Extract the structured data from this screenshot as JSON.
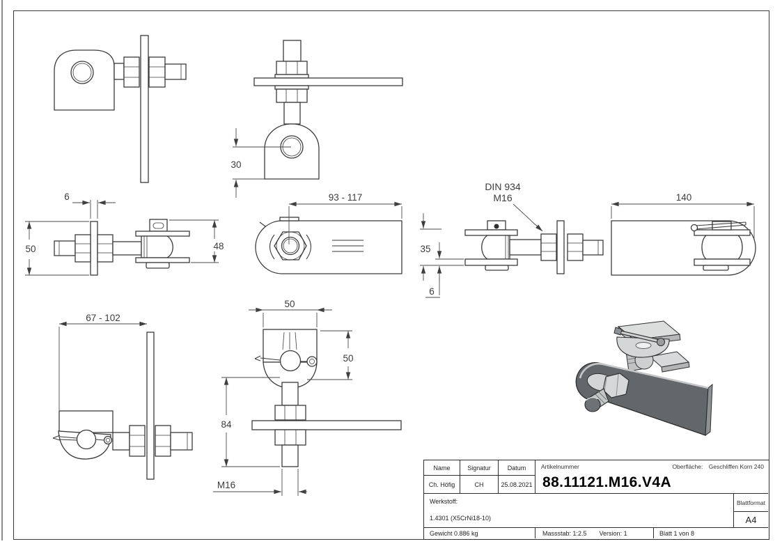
{
  "dims": {
    "v_top_front": "30",
    "v_left_thickness": "6",
    "v_left_height": "50",
    "v_left_hinge": "48",
    "v_mid_range": "93 - 117",
    "v_din_l1": "DIN 934",
    "v_din_l2": "M16",
    "v_right_35": "35",
    "v_right_6": "6",
    "v_right_140": "140",
    "v_bottom_range": "67 - 102",
    "v_b_width": "50",
    "v_b_height": "50",
    "v_b_84": "84",
    "v_b_m16": "M16"
  },
  "title_block": {
    "name_header": "Name",
    "signatur_header": "Signatur",
    "datum_header": "Datum",
    "name": "Ch. Höfig",
    "signatur": "CH",
    "datum": "25.08.2021",
    "artikelnummer_label": "Artikelnummer",
    "artikelnummer": "88.11121.M16.V4A",
    "oberflaeche_label": "Oberfläche:",
    "oberflaeche": "Geschliffen Korn 240",
    "werkstoff_label": "Werkstoff:",
    "werkstoff": "1.4301 (X5CrNi18-10)",
    "blattformat_label": "Blattformat",
    "blattformat": "A4",
    "gewicht": "Gewicht 0.886 kg",
    "massstab": "Massstab: 1:2.5",
    "version": "Version: 1",
    "blatt": "Blatt 1 von 8"
  },
  "colors": {
    "line": "#3a3a3a",
    "bar_dark": "#64676a",
    "part_light": "#d8d9da",
    "accent_none": "#ffffff"
  }
}
